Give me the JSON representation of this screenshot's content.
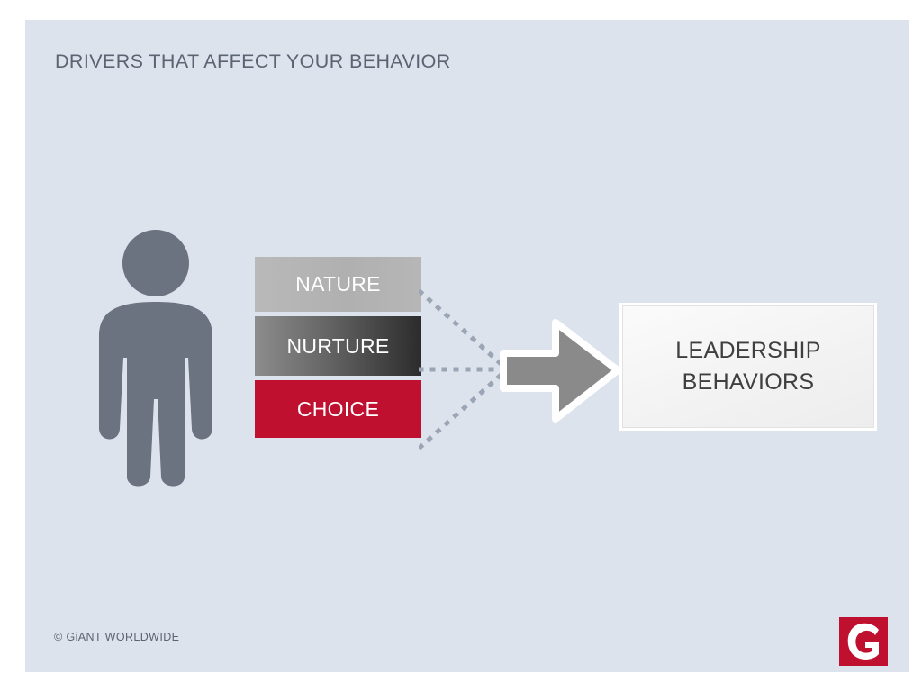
{
  "slide": {
    "background_color": "#dde3ec",
    "title": "DRIVERS THAT AFFECT YOUR BEHAVIOR"
  },
  "person": {
    "icon": "person-silhouette-icon",
    "color": "#6b7280"
  },
  "drivers": [
    {
      "label": "NATURE",
      "color": "#b3b3b3"
    },
    {
      "label": "NURTURE",
      "color": "#5a5a5a"
    },
    {
      "label": "CHOICE",
      "color": "#c01030"
    }
  ],
  "connector": {
    "icon": "dotted-connector-lines",
    "color": "#9aa5b5",
    "count": 3
  },
  "arrow": {
    "icon": "right-arrow-icon",
    "fill_color": "#8a8a8a",
    "outline_color": "#ffffff"
  },
  "outcome": {
    "line1": "LEADERSHIP",
    "line2": "BEHAVIORS",
    "background_color": "#f2f2f2",
    "text_color": "#3f3f3f"
  },
  "footer": {
    "copyright": "© GiANT WORLDWIDE",
    "logo_letter": "G",
    "logo_color": "#c01030",
    "logo_name": "giant-worldwide-logo"
  }
}
